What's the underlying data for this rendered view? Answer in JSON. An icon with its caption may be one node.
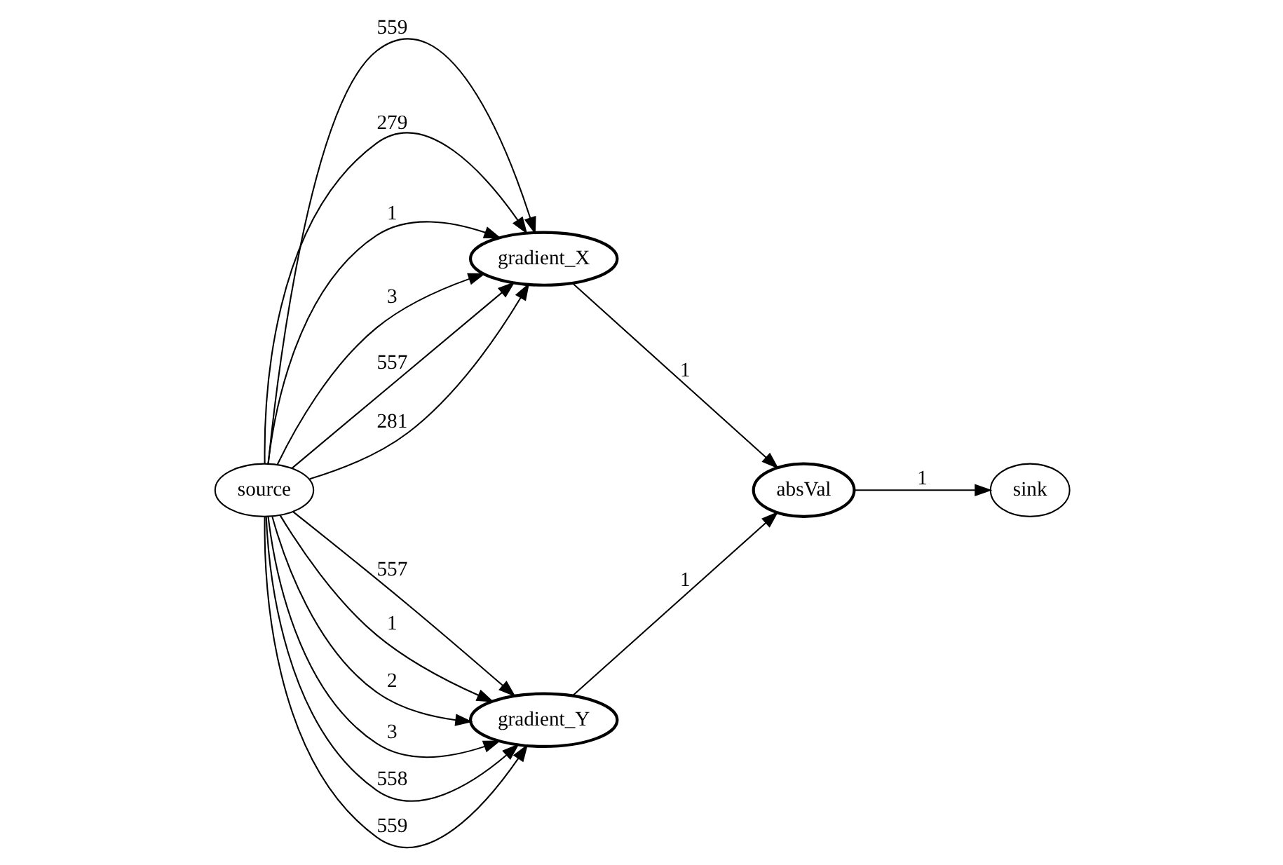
{
  "diagram": {
    "nodes": [
      {
        "text": [
          "source"
        ]
      },
      {
        "text": [
          "gradient_X"
        ]
      },
      {
        "text": [
          "gradient_Y"
        ]
      },
      {
        "text": [
          "absVal"
        ]
      },
      {
        "text": [
          "sink"
        ]
      }
    ],
    "edges": [
      {
        "from": 0,
        "to": 1,
        "arrow": "to",
        "label": "559"
      },
      {
        "from": 0,
        "to": 1,
        "arrow": "to",
        "label": "279"
      },
      {
        "from": 0,
        "to": 1,
        "arrow": "to",
        "label": "1"
      },
      {
        "from": 0,
        "to": 1,
        "arrow": "to",
        "label": "3"
      },
      {
        "from": 0,
        "to": 1,
        "arrow": "to",
        "label": "557"
      },
      {
        "from": 0,
        "to": 1,
        "arrow": "to",
        "label": "281"
      },
      {
        "from": 0,
        "to": 2,
        "arrow": "to",
        "label": "557"
      },
      {
        "from": 0,
        "to": 2,
        "arrow": "to",
        "label": "1"
      },
      {
        "from": 0,
        "to": 2,
        "arrow": "to",
        "label": "2"
      },
      {
        "from": 0,
        "to": 2,
        "arrow": "to",
        "label": "3"
      },
      {
        "from": 0,
        "to": 2,
        "arrow": "to",
        "label": "558"
      },
      {
        "from": 0,
        "to": 2,
        "arrow": "to",
        "label": "559"
      },
      {
        "from": 1,
        "to": 3,
        "arrow": "to",
        "label": "1"
      },
      {
        "from": 2,
        "to": 3,
        "arrow": "to",
        "label": "1"
      },
      {
        "from": 3,
        "to": 4,
        "arrow": "to",
        "label": "1"
      }
    ]
  }
}
